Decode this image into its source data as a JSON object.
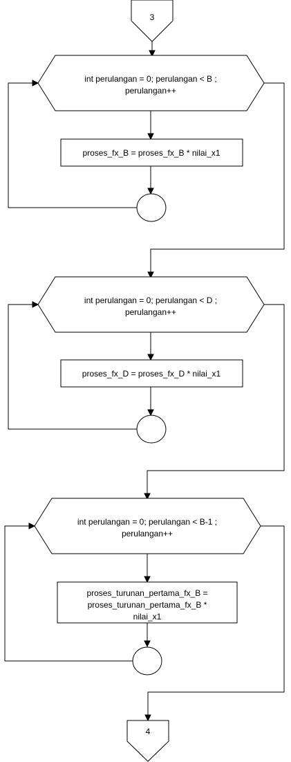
{
  "connectors": {
    "start": "3",
    "end": "4"
  },
  "loops": [
    {
      "condition_line1": "int perulangan = 0; perulangan < B ;",
      "condition_line2": "perulangan++",
      "process_line1": "proses_fx_B = proses_fx_B *  nilai_x1"
    },
    {
      "condition_line1": "int perulangan = 0; perulangan < D ;",
      "condition_line2": "perulangan++",
      "process_line1": "proses_fx_D = proses_fx_D *  nilai_x1"
    },
    {
      "condition_line1": "int perulangan = 0; perulangan < B-1 ;",
      "condition_line2": "perulangan++",
      "process_line1": "proses_turunan_pertama_fx_B =",
      "process_line2": "proses_turunan_pertama_fx_B *",
      "process_line3": "nilai_x1"
    }
  ]
}
